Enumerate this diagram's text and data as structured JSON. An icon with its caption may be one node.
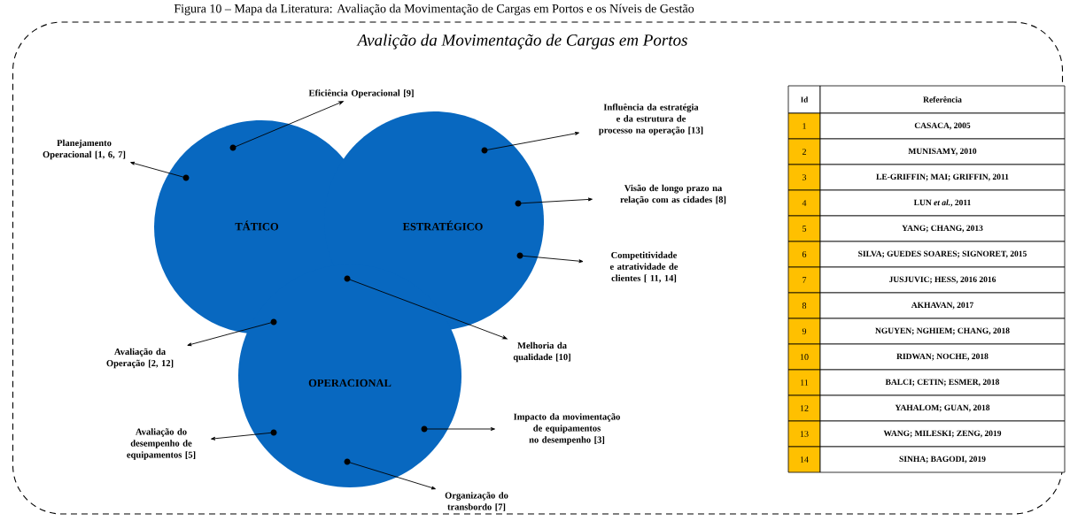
{
  "diagram": {
    "title": "Figura 10 – Mapa da Literatura: Avaliação da Movimentação de Cargas em Portos e os Níveis de Gestão",
    "nodes": [
      {
        "text": [
          "Avalição da Movimentação de Cargas em Portos"
        ]
      },
      {
        "text": [
          "TÁTICO"
        ],
        "in": 0
      },
      {
        "text": [
          "ESTRATÉGICO"
        ],
        "in": 0
      },
      {
        "text": [
          "OPERACIONAL"
        ],
        "in": 0
      },
      {
        "text": [
          "Eficiência Operacional [9]"
        ],
        "in": 0
      },
      {
        "text": [
          "Planejamento Operacional [1, 6, 7]"
        ],
        "in": 0
      },
      {
        "text": [
          "Influência da estratégia e da estrutura de processo na operação [13]"
        ],
        "in": 0
      },
      {
        "text": [
          "Visão de longo prazo na relação com as cidades [8]"
        ],
        "in": 0
      },
      {
        "text": [
          "Competitividade e atratividade de clientes [ 11, 14]"
        ],
        "in": 0
      },
      {
        "text": [
          "Melhoria da qualidade [10]"
        ],
        "in": 0
      },
      {
        "text": [
          "Avaliação da Operação [2, 12]"
        ],
        "in": 0
      },
      {
        "text": [
          "Avaliação do desempenho de equipamentos [5]"
        ],
        "in": 0
      },
      {
        "text": [
          "Impacto da movimentação de equipamentos no desempenho [3]"
        ],
        "in": 0
      },
      {
        "text": [
          "Organização do transbordo [7]"
        ],
        "in": 0
      },
      {
        "text": [],
        "shape": "circle",
        "in": 1
      },
      {
        "text": [],
        "shape": "circle",
        "in": 1
      },
      {
        "text": [],
        "shape": "circle",
        "in": 2
      },
      {
        "text": [],
        "shape": "circle",
        "in": 2
      },
      {
        "text": [],
        "shape": "circle",
        "in": 2
      },
      {
        "text": [],
        "shape": "circle"
      },
      {
        "text": [],
        "shape": "circle"
      },
      {
        "text": [],
        "shape": "circle",
        "in": 3
      },
      {
        "text": [],
        "shape": "circle",
        "in": 3
      },
      {
        "text": [],
        "shape": "circle",
        "in": 3
      }
    ],
    "edges": [
      {
        "from": 14,
        "to": 4,
        "arrow": "to"
      },
      {
        "from": 15,
        "to": 5,
        "arrow": "to"
      },
      {
        "from": 16,
        "to": 6,
        "arrow": "to"
      },
      {
        "from": 17,
        "to": 7,
        "arrow": "to"
      },
      {
        "from": 18,
        "to": 8,
        "arrow": "to"
      },
      {
        "from": 19,
        "to": 9,
        "arrow": "to"
      },
      {
        "from": 20,
        "to": 10,
        "arrow": "to"
      },
      {
        "from": 21,
        "to": 11,
        "arrow": "to"
      },
      {
        "from": 22,
        "to": 12,
        "arrow": "to"
      },
      {
        "from": 23,
        "to": 13,
        "arrow": "to"
      }
    ],
    "labels": [
      "Id",
      "Referência",
      "1",
      "CASACA, 2005",
      "2",
      "MUNISAMY, 2010",
      "3",
      "LE-GRIFFIN; MAI; GRIFFIN, 2011",
      "4",
      "LUN *et al.*, 2011",
      "5",
      "YANG; CHANG, 2013",
      "6",
      "SILVA; GUEDES SOARES; SIGNORET, 2015",
      "7",
      "JUSJUVIC; HESS, 2016 2016",
      "8",
      "AKHAVAN, 2017",
      "9",
      "NGUYEN; NGHIEM; CHANG, 2018",
      "10",
      "RIDWAN; NOCHE, 2018",
      "11",
      "BALCI; CETIN; ESMER, 2018",
      "12",
      "YAHALOM; GUAN, 2018",
      "13",
      "WANG; MILESKI; ZENG, 2019",
      "14",
      "SINHA; BAGODI, 2019"
    ]
  }
}
